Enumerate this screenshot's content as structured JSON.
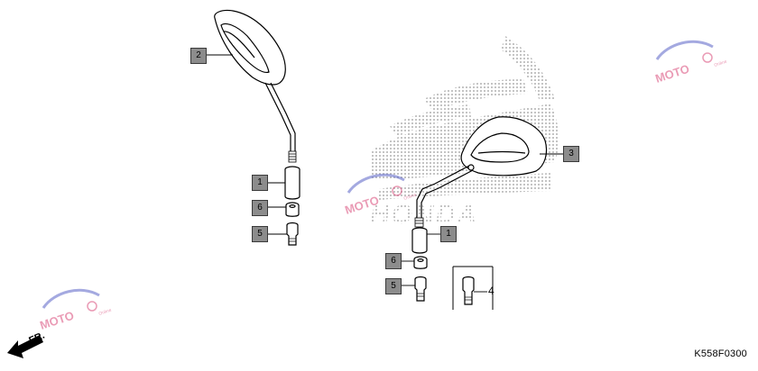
{
  "callouts": {
    "left_mirror": "2",
    "left_collar": "1",
    "left_nut": "6",
    "left_bolt": "5",
    "right_mirror": "3",
    "right_collar": "1",
    "right_nut": "6",
    "right_bolt": "5",
    "inset_part": "4"
  },
  "front_arrow": "FR.",
  "diagram_code": "K558F0300",
  "watermark": {
    "logo_text": "MOTO",
    "small_text": "Online"
  },
  "colors": {
    "callout_fill": "#8c8c8c",
    "line": "#000000",
    "watermark": "#d94a7a"
  }
}
